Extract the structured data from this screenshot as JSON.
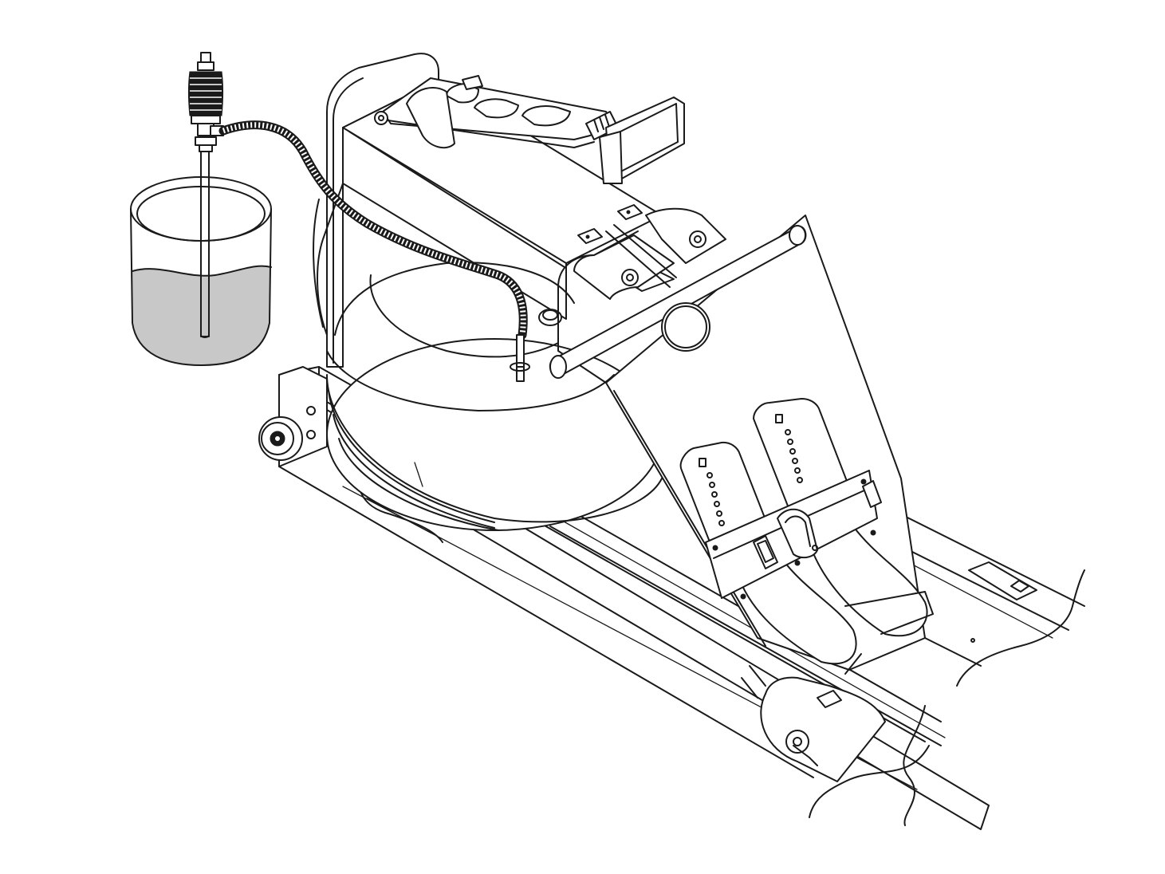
{
  "illustration": {
    "colors": {
      "line": "#1a1a1a",
      "background": "#ffffff",
      "water": "#c8c8c8"
    },
    "container_fill_level": 0.45,
    "footplate_hole_count": 7,
    "parts": [
      "siphon-pump",
      "corrugated-hose",
      "water-container",
      "water-tank",
      "tank-plug",
      "rower-frame",
      "handle-bar",
      "phone-holder",
      "footplates",
      "foot-straps",
      "front-wheel",
      "monorail-rail"
    ]
  }
}
